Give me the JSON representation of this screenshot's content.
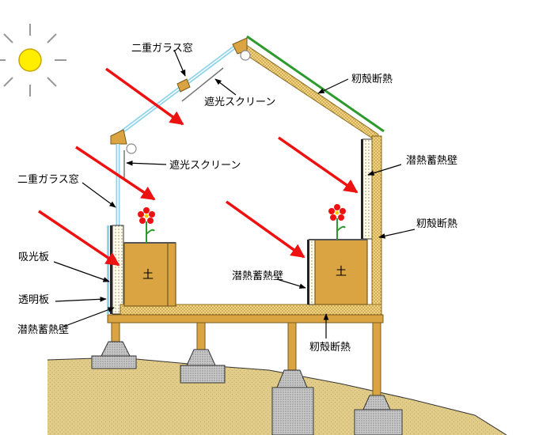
{
  "labels": {
    "double_glass_window_top": "二重ガラス窓",
    "shade_screen_top": "遮光スクリーン",
    "rice_husk_insulation_roof": "籾殻断熱",
    "shade_screen_mid": "遮光スクリーン",
    "latent_heat_wall_right": "潜熱蓄熱壁",
    "double_glass_window_left": "二重ガラス窓",
    "rice_husk_insulation_wall": "籾殻断熱",
    "light_absorber": "吸光板",
    "latent_heat_wall_center": "潜熱蓄熱壁",
    "transparent_panel": "透明板",
    "latent_heat_wall_left": "潜熱蓄熱壁",
    "rice_husk_insulation_floor": "籾殻断熱",
    "soil_left": "土",
    "soil_right": "土"
  },
  "colors": {
    "sun": "#ffee00",
    "sun_rays": "#999999",
    "sunlight_arrow": "#ee1111",
    "wood": "#d9a441",
    "insulation": "#f2d27a",
    "glass": "#bfe6f5",
    "roof_edge": "#2e9a2e",
    "ground": "#e2cc8a",
    "footing": "#b4b4b4",
    "flower": "#ee1111",
    "stem": "#2e9a2e"
  },
  "icons": {
    "sun": "sun-icon",
    "flower": "flower-icon"
  }
}
